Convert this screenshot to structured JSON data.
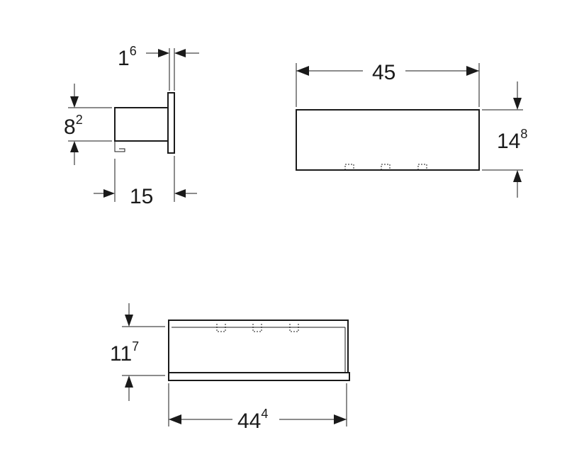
{
  "side_view": {
    "top_width": {
      "main": "1",
      "sup": "6"
    },
    "height": {
      "main": "8",
      "sup": "2"
    },
    "depth": {
      "main": "15",
      "sup": ""
    }
  },
  "front_view": {
    "width": {
      "main": "45",
      "sup": ""
    },
    "height": {
      "main": "14",
      "sup": "8"
    }
  },
  "top_view": {
    "height": {
      "main": "11",
      "sup": "7"
    },
    "width": {
      "main": "44",
      "sup": "4"
    }
  },
  "colors": {
    "ink": "#1a1a1a",
    "background": "#ffffff"
  }
}
